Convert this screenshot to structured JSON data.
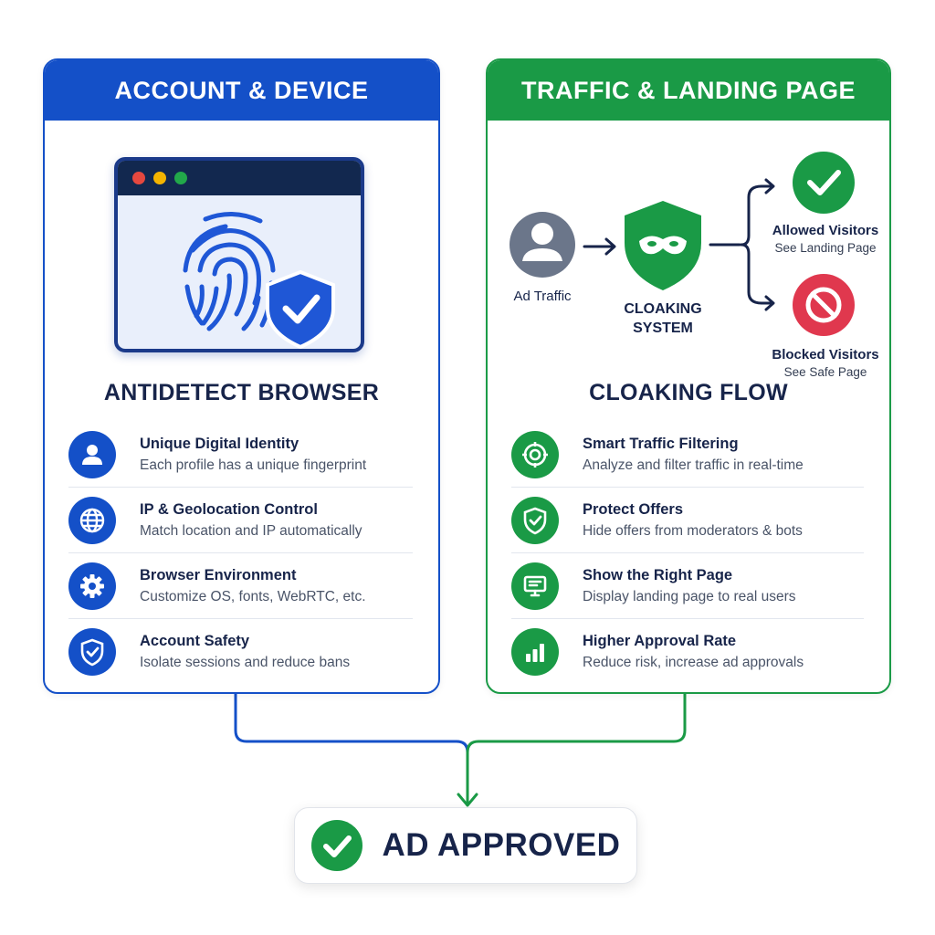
{
  "left_panel": {
    "header": "ACCOUNT & DEVICE",
    "section_title": "ANTIDETECT BROWSER",
    "features": [
      {
        "title": "Unique Digital Identity",
        "desc": "Each profile has a unique fingerprint",
        "icon": "user-icon"
      },
      {
        "title": "IP & Geolocation Control",
        "desc": "Match location and IP automatically",
        "icon": "globe-icon"
      },
      {
        "title": "Browser Environment",
        "desc": "Customize OS, fonts, WebRTC, etc.",
        "icon": "gear-icon"
      },
      {
        "title": "Account Safety",
        "desc": "Isolate sessions and reduce bans",
        "icon": "shield-check-icon"
      }
    ]
  },
  "right_panel": {
    "header": "TRAFFIC & LANDING PAGE",
    "section_title": "CLOAKING FLOW",
    "flow": {
      "source": "Ad Traffic",
      "system_line1": "CLOAKING",
      "system_line2": "SYSTEM",
      "allowed_title": "Allowed Visitors",
      "allowed_sub": "See Landing Page",
      "blocked_title": "Blocked Visitors",
      "blocked_sub": "See Safe Page"
    },
    "features": [
      {
        "title": "Smart Traffic Filtering",
        "desc": "Analyze and filter traffic in real-time",
        "icon": "target-icon"
      },
      {
        "title": "Protect Offers",
        "desc": "Hide offers from moderators & bots",
        "icon": "shield-check-icon"
      },
      {
        "title": "Show the Right Page",
        "desc": "Display landing page to real users",
        "icon": "monitor-icon"
      },
      {
        "title": "Higher Approval Rate",
        "desc": "Reduce risk, increase ad approvals",
        "icon": "bar-chart-icon"
      }
    ]
  },
  "result": {
    "label": "AD APPROVED",
    "icon": "check-circle-icon"
  },
  "colors": {
    "blue": "#1450c8",
    "green": "#1a9a46",
    "red": "#e0384e",
    "navy": "#17244a"
  }
}
